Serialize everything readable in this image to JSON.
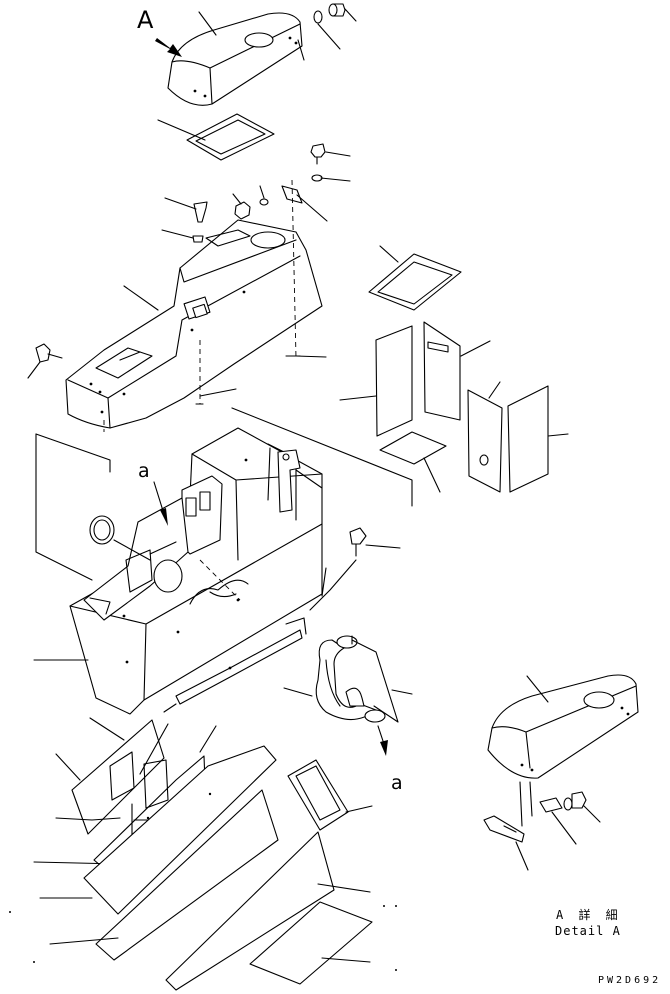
{
  "labels": {
    "view": "A",
    "detail_a_top": "a",
    "detail_a_bottom": "a",
    "caption_jp": "A 詳 細",
    "caption_en": "Detail A",
    "drawing_code": "PW2D692"
  }
}
